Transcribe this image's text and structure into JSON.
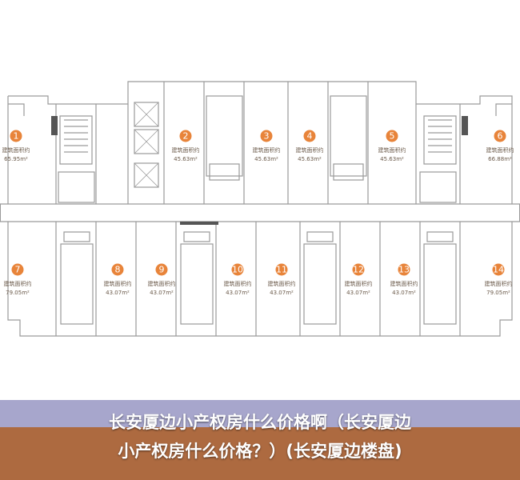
{
  "floorplan": {
    "area_label": "建筑面积约",
    "accent_color": "#e8843a",
    "units": [
      {
        "num": "1",
        "area": "65.95m²"
      },
      {
        "num": "2",
        "area": "45.63m²"
      },
      {
        "num": "3",
        "area": "45.63m²"
      },
      {
        "num": "4",
        "area": "45.63m²"
      },
      {
        "num": "5",
        "area": "45.63m²"
      },
      {
        "num": "6",
        "area": "66.88m²"
      },
      {
        "num": "7",
        "area": "79.05m²"
      },
      {
        "num": "8",
        "area": "43.07m²"
      },
      {
        "num": "9",
        "area": "43.07m²"
      },
      {
        "num": "10",
        "area": "43.07m²"
      },
      {
        "num": "11",
        "area": "43.07m²"
      },
      {
        "num": "12",
        "area": "43.07m²"
      },
      {
        "num": "13",
        "area": "43.07m²"
      },
      {
        "num": "14",
        "area": "79.05m²"
      }
    ]
  },
  "caption": {
    "line1": "长安厦边小产权房什么价格啊（长安厦边",
    "line2": "小产权房什么价格？）(长安厦边楼盘)"
  }
}
